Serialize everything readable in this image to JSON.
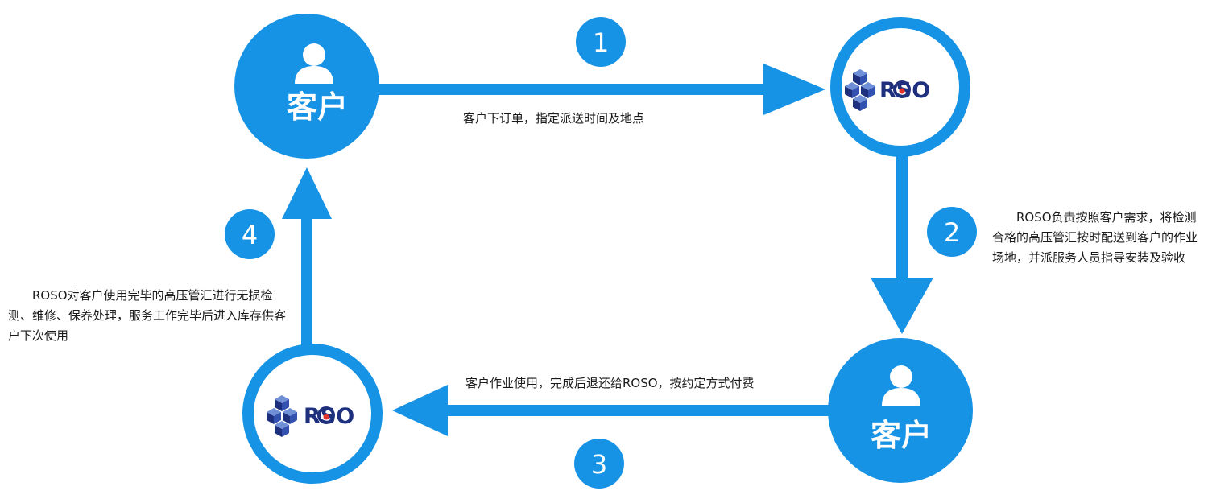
{
  "nodes": {
    "customer_top_left": {
      "label": "客户",
      "icon": "user-icon"
    },
    "roso_top_right": {
      "logo_text": "RSO",
      "icon": "cube-logo-icon"
    },
    "customer_bottom_right": {
      "label": "客户",
      "icon": "user-icon"
    },
    "roso_bottom_left": {
      "logo_text": "RSO",
      "icon": "cube-logo-icon"
    }
  },
  "steps": [
    {
      "number": "1",
      "text": "客户下订单，指定派送时间及地点"
    },
    {
      "number": "2",
      "text": "ROSO负责按照客户需求，将检测合格的高压管汇按时配送到客户的作业场地，并派服务人员指导安装及验收"
    },
    {
      "number": "3",
      "text": "客户作业使用，完成后退还给ROSO，按约定方式付费"
    },
    {
      "number": "4",
      "text": "ROSO对客户使用完毕的高压管汇进行无损检测、维修、保养处理，服务工作完毕后进入库存供客户下次使用"
    }
  ],
  "colors": {
    "primary": "#1793e6",
    "logo_navy": "#1e2f7d",
    "logo_red": "#e0312a",
    "text": "#1a1a1a"
  }
}
